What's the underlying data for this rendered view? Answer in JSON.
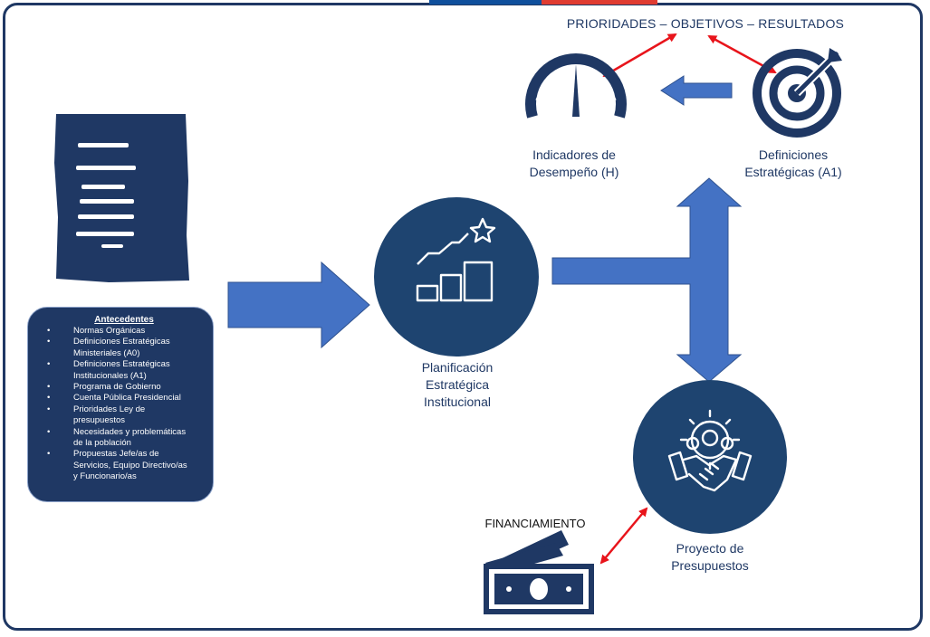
{
  "header": {
    "title": "PRIORIDADES – OBJETIVOS – RESULTADOS"
  },
  "nodes": {
    "indicadores": {
      "label": "Indicadores de\nDesempeño (H)",
      "icon": "gauge-icon"
    },
    "definiciones": {
      "label": "Definiciones\nEstratégicas (A1)",
      "icon": "target-icon"
    },
    "planificacion": {
      "label": "Planificación\nEstratégica\nInstitucional",
      "icon": "growth-chart-star-icon"
    },
    "proyecto": {
      "label": "Proyecto  de\nPresupuestos",
      "icon": "handshake-gear-icon"
    },
    "financiamiento": {
      "label": "FINANCIAMIENTO",
      "icon": "money-bills-icon"
    },
    "documento": {
      "icon": "document-icon"
    }
  },
  "antecedentes": {
    "title": "Antecedentes",
    "items": [
      "Normas Orgánicas",
      "Definiciones Estratégicas\nMinisteriales (A0)",
      "Definiciones Estratégicas\nInstitucionales (A1)",
      "Programa de Gobierno",
      "Cuenta Pública Presidencial",
      "Prioridades Ley de\npresupuestos",
      "Necesidades y problemáticas\nde la población",
      "Propuestas Jefe/as de\nServicios, Equipo Directivo/as\ny Funcionario/as"
    ]
  },
  "colors": {
    "navy": "#1f3864",
    "circle": "#1e4470",
    "arrow_blue": "#4472c4",
    "arrow_red": "#e8141b",
    "flag_blue": "#0f4f9c",
    "flag_red": "#e03c31"
  }
}
